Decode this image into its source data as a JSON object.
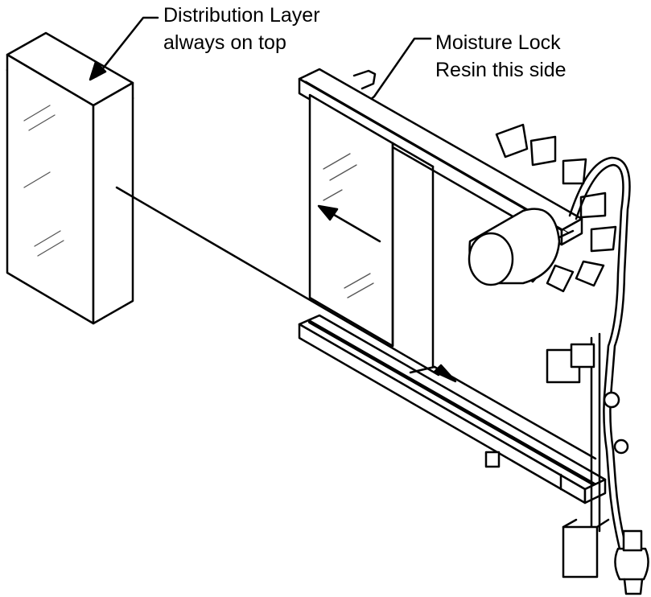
{
  "callouts": {
    "distribution_layer": {
      "line1": "Distribution Layer",
      "line2": "always on top"
    },
    "moisture_lock": {
      "line1": "Moisture Lock",
      "line2": "Resin this side"
    }
  },
  "colors": {
    "line": "#000000",
    "background": "#ffffff",
    "glass_hatch": "#555555"
  },
  "parts": [
    "filter-pad",
    "filter-frame",
    "blower-fan",
    "motor",
    "water-trough",
    "supply-hose",
    "pump",
    "control-box"
  ]
}
